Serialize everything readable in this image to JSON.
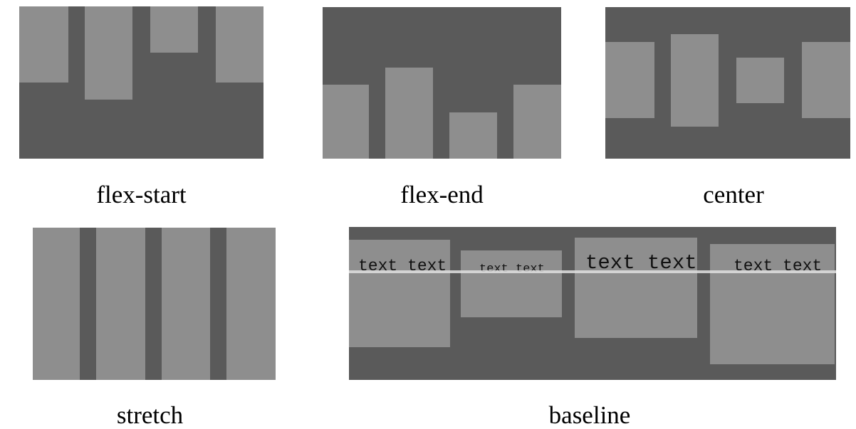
{
  "captions": {
    "flex_start": "flex-start",
    "flex_end": "flex-end",
    "center": "center",
    "stretch": "stretch",
    "baseline": "baseline"
  },
  "baseline_texts": [
    "text text",
    "text text",
    "text text",
    "text text"
  ],
  "colors": {
    "container": "#5a5a5a",
    "item": "#8e8e8e",
    "baseline_line": "#e0e0e0"
  }
}
